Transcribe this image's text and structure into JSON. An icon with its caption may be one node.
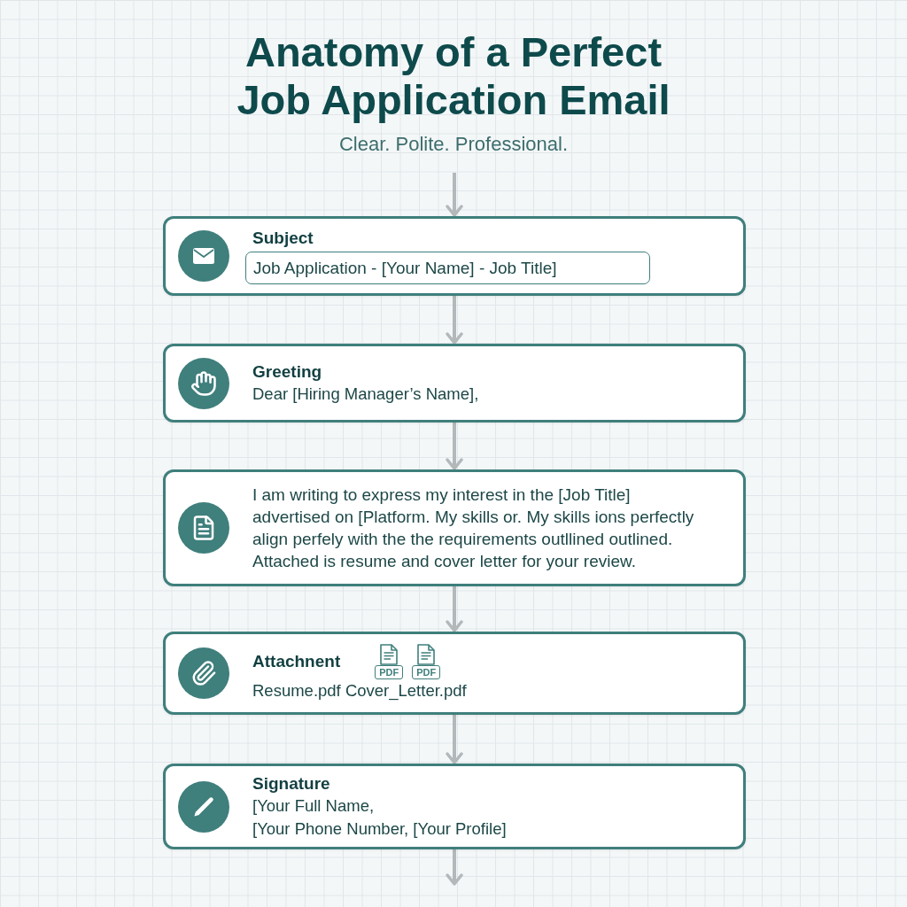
{
  "diagram": {
    "title": "Anatomy of a Perfect Job Application Email",
    "nodes": [
      {
        "text": [
          "Subject"
        ]
      },
      {
        "text": [
          "Job Application - [Your Name] - Job Title]"
        ],
        "in": 0
      },
      {
        "text": [
          "Greeting",
          "Dear [Hiring Manager’s Name],"
        ]
      },
      {
        "text": [
          "I am writing to express my interest in the [Job Title] advertised on [Platform. My skills or. My skills ions perfectly align perfely with the the requirements outllined outlined. Attached is resume and cover letter for your review."
        ]
      },
      {
        "text": [
          "Attachnent",
          "PDF",
          "PDF",
          "Resume.pdf Cover_Letter.pdf"
        ]
      },
      {
        "text": [
          "Signature",
          "[Your Full Name,",
          "[Your Phone Number, [Your Profile]"
        ]
      }
    ],
    "edges": [
      {
        "from": null,
        "to": 0,
        "arrow": "to"
      },
      {
        "from": 0,
        "to": 2,
        "arrow": "to"
      },
      {
        "from": 2,
        "to": 3,
        "arrow": "to"
      },
      {
        "from": 3,
        "to": 4,
        "arrow": "to"
      },
      {
        "from": 4,
        "to": 5,
        "arrow": "to"
      },
      {
        "from": 5,
        "to": null,
        "arrow": "to"
      }
    ],
    "labels": [
      "Clear. Polite. Professional."
    ]
  }
}
